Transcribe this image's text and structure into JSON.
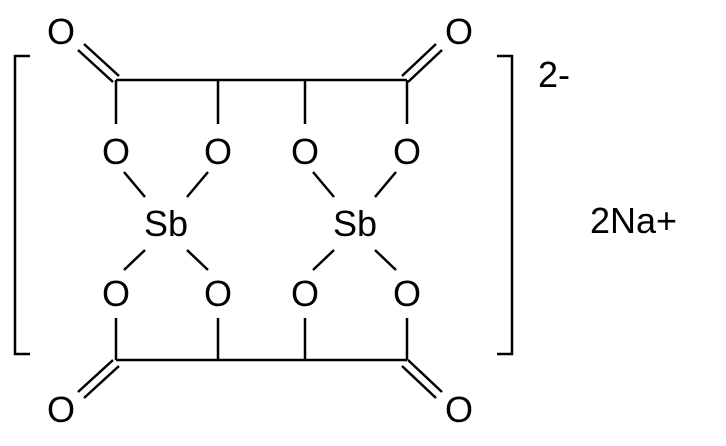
{
  "labels": {
    "o_top_left": "O",
    "o_top_right": "O",
    "o_bottom_left": "O",
    "o_bottom_right": "O",
    "o_ring_1": "O",
    "o_ring_2": "O",
    "o_ring_3": "O",
    "o_ring_4": "O",
    "o_ring_5": "O",
    "o_ring_6": "O",
    "o_ring_7": "O",
    "o_ring_8": "O",
    "sb_left": "Sb",
    "sb_right": "Sb",
    "charge": "2-",
    "counter_ion": "2Na+"
  },
  "colors": {
    "ink": "#000000",
    "background": "#ffffff"
  }
}
